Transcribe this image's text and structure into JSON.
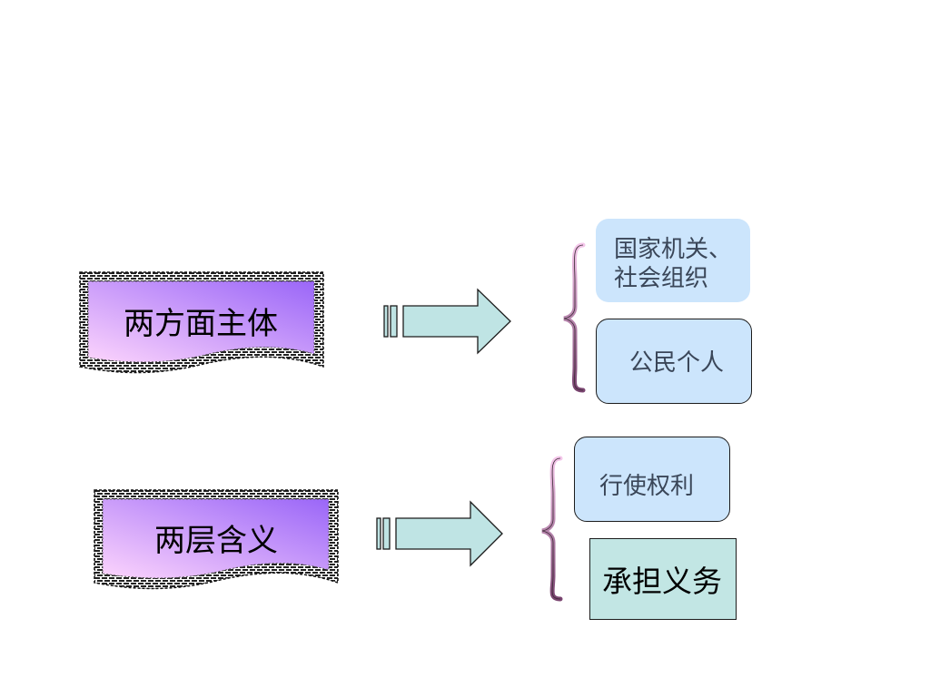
{
  "groups": [
    {
      "title": "两方面主体",
      "items": [
        "国家机关、社会组织",
        "公民个人"
      ],
      "items_lines": [
        [
          "国家机关、",
          "社会组织"
        ],
        [
          "公民个人"
        ]
      ]
    },
    {
      "title": "两层含义",
      "items": [
        "行使权利",
        "承担义务"
      ]
    }
  ],
  "colors": {
    "banner_gradient_start": "#fcd4fc",
    "banner_gradient_end": "#9a66f8",
    "arrow_fill": "#bfe4e4",
    "node_light_blue": "#cce5fc",
    "node_teal": "#c2e6e4",
    "brace_gradient_top": "#f4c6ea",
    "brace_gradient_bottom": "#7a4470"
  }
}
